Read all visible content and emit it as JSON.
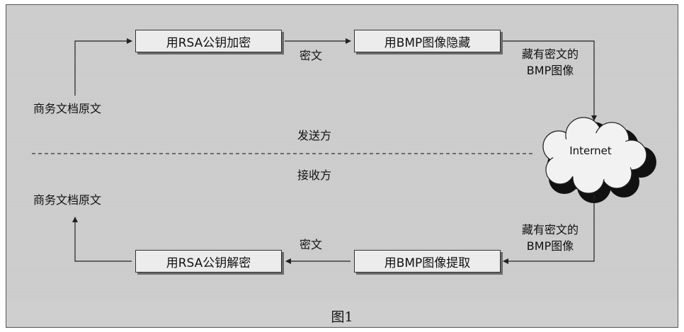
{
  "flow": {
    "sender_source": "商务文档原文",
    "encrypt_box": "用RSA公钥加密",
    "cipher_top": "密文",
    "hide_box": "用BMP图像隐藏",
    "hidden_top_line1": "藏有密文的",
    "hidden_top_line2": "BMP图像",
    "internet": "Internet",
    "sender_label": "发送方",
    "receiver_label": "接收方",
    "hidden_bottom_line1": "藏有密文的",
    "hidden_bottom_line2": "BMP图像",
    "extract_box": "用BMP图像提取",
    "cipher_bottom": "密文",
    "decrypt_box": "用RSA公钥解密",
    "receiver_result": "商务文档原文"
  },
  "caption": "图1",
  "colors": {
    "background": "#cbcbcb",
    "box_fill": "#ececec",
    "cloud_fill": "#f2f2f2",
    "cloud_shadow": "#111111",
    "line": "#222222"
  }
}
